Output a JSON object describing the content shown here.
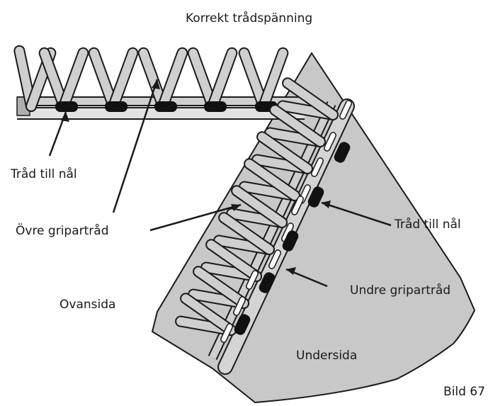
{
  "title": "Korrekt trådspänning",
  "labels": {
    "needle_thread_left": "Tråd till nål",
    "upper_looper": "Övre gripartråd",
    "top_side": "Ovansida",
    "needle_thread_right": "Tråd till nål",
    "lower_looper": "Undre gripartråd",
    "under_side": "Undersida"
  },
  "figure_number": "Bild 67",
  "colors": {
    "fabric": "#c8c8c8",
    "thread": "#cfcfcf",
    "outline": "#1a1a1a",
    "needle_thread": "#111111"
  }
}
